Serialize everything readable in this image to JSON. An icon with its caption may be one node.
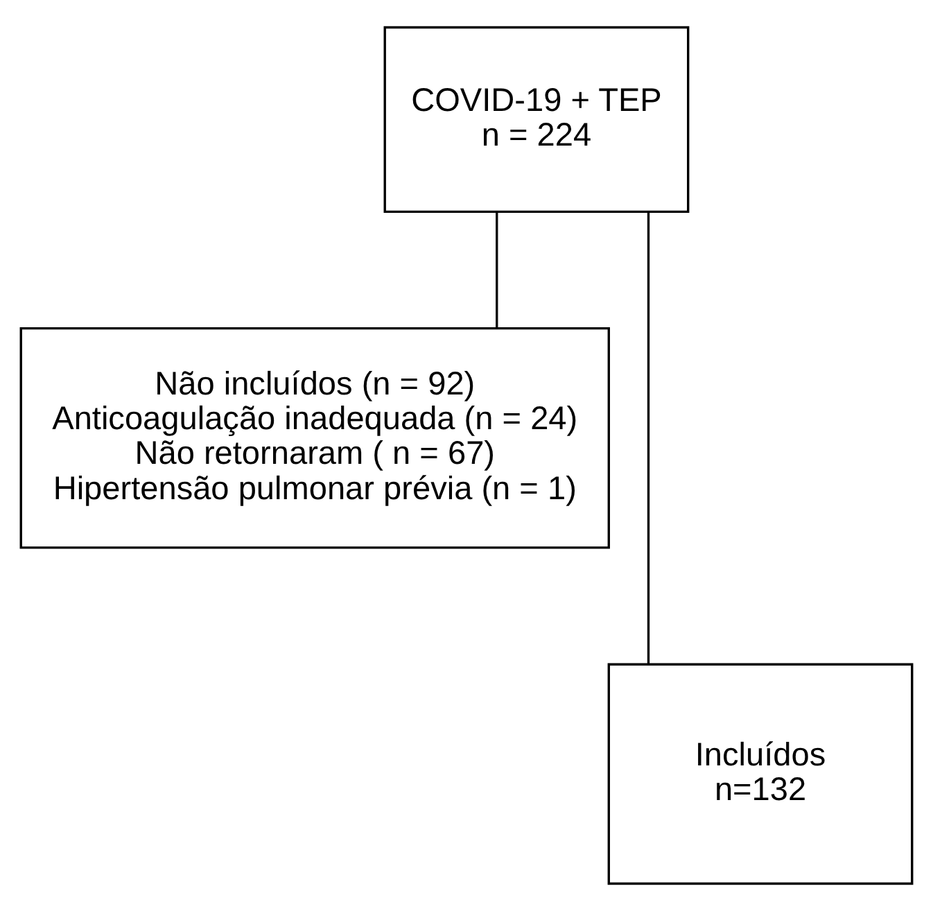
{
  "diagram": {
    "nodes": [
      {
        "text": [
          "COVID-19 + TEP",
          "n = 224"
        ]
      },
      {
        "text": [
          "Não incluídos (n = 92)",
          "Anticoagulação inadequada (n = 24)",
          "Não retornaram ( n = 67)",
          "Hipertensão pulmonar prévia (n = 1)"
        ]
      },
      {
        "text": [
          "Incluídos",
          "n=132"
        ]
      }
    ],
    "edges": [
      {
        "from": 0,
        "to": 1,
        "arrow": "none"
      },
      {
        "from": 0,
        "to": 2,
        "arrow": "none"
      }
    ]
  }
}
